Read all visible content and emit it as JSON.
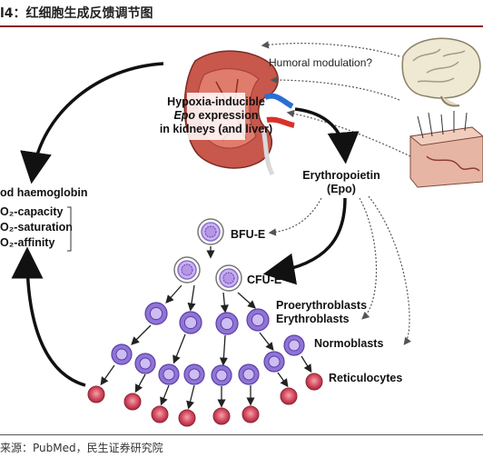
{
  "figure": {
    "title": "l4：红细胞生成反馈调节图",
    "source": "⁠来源：PubMed，民生证券研究院"
  },
  "labels": {
    "humoral": "Humoral modulation?",
    "hypoxia_line1": "Hypoxia-inducible",
    "hypoxia_epo": "Epo",
    "hypoxia_expression": " expression",
    "hypoxia_line3": "in kidneys (and liver)",
    "epo_line1": "Erythropoietin",
    "epo_line2": "(Epo)",
    "blood_hb": "od haemoglobin",
    "o2_capacity": "O₂-capacity",
    "o2_saturation": "O₂-saturation",
    "o2_affinity": "O₂-affinity",
    "bfu": "BFU-E",
    "cfu": "CFU-E",
    "proerythroblasts": "Proerythroblasts",
    "erythroblasts": "Erythroblasts",
    "normoblasts": "Normoblasts",
    "reticulocytes": "Reticulocytes"
  },
  "icons": {
    "kidney": "kidney-icon",
    "brain": "brain-icon",
    "skin": "skin-section-icon"
  },
  "colors": {
    "rule": "#8a1c1c",
    "cell_outer": "#8a6fc9",
    "cell_inner": "#c9b3f0",
    "cell_nucleus": "#6a3fb0",
    "reticulocyte": "#d64a5f",
    "kidney": "#c8574c"
  }
}
